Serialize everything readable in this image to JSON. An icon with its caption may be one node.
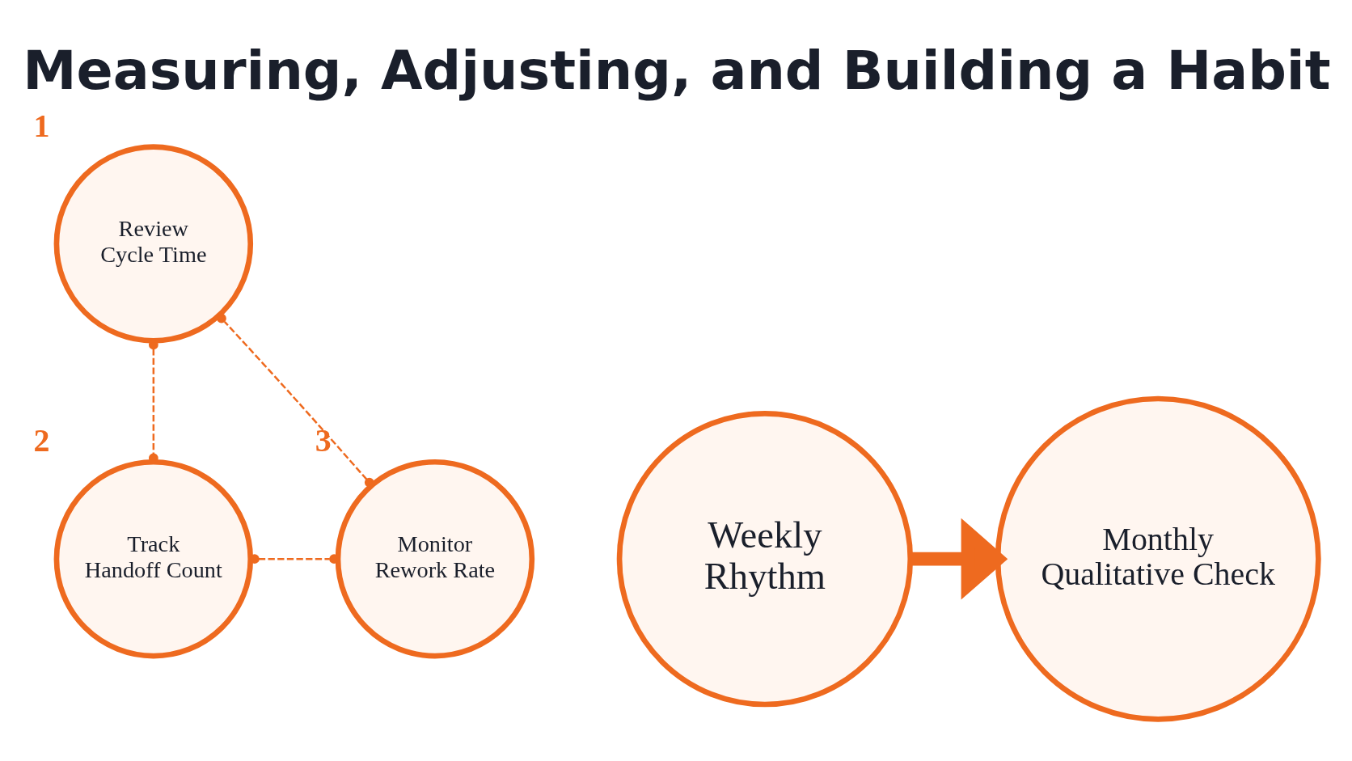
{
  "diagram": {
    "title": "Measuring, Adjusting, and Building a Habit",
    "nodes": [
      {
        "text": [
          "Review Cycle Time"
        ],
        "beside": [
          "1"
        ]
      },
      {
        "text": [
          "Track Handoff Count"
        ],
        "beside": [
          "2"
        ]
      },
      {
        "text": [
          "Monitor Rework Rate"
        ],
        "beside": [
          "3"
        ]
      },
      {
        "text": [
          "Weekly Rhythm"
        ]
      },
      {
        "text": [
          "Monthly Qualitative Check"
        ]
      }
    ],
    "edges": [
      {
        "from": 0,
        "to": 1,
        "arrow": "other",
        "style": "dashed"
      },
      {
        "from": 1,
        "to": 2,
        "arrow": "other",
        "style": "dashed"
      },
      {
        "from": 2,
        "to": 0,
        "arrow": "other",
        "style": "dashed"
      },
      {
        "from": 3,
        "to": 4,
        "arrow": "to",
        "style": "thick"
      }
    ]
  }
}
